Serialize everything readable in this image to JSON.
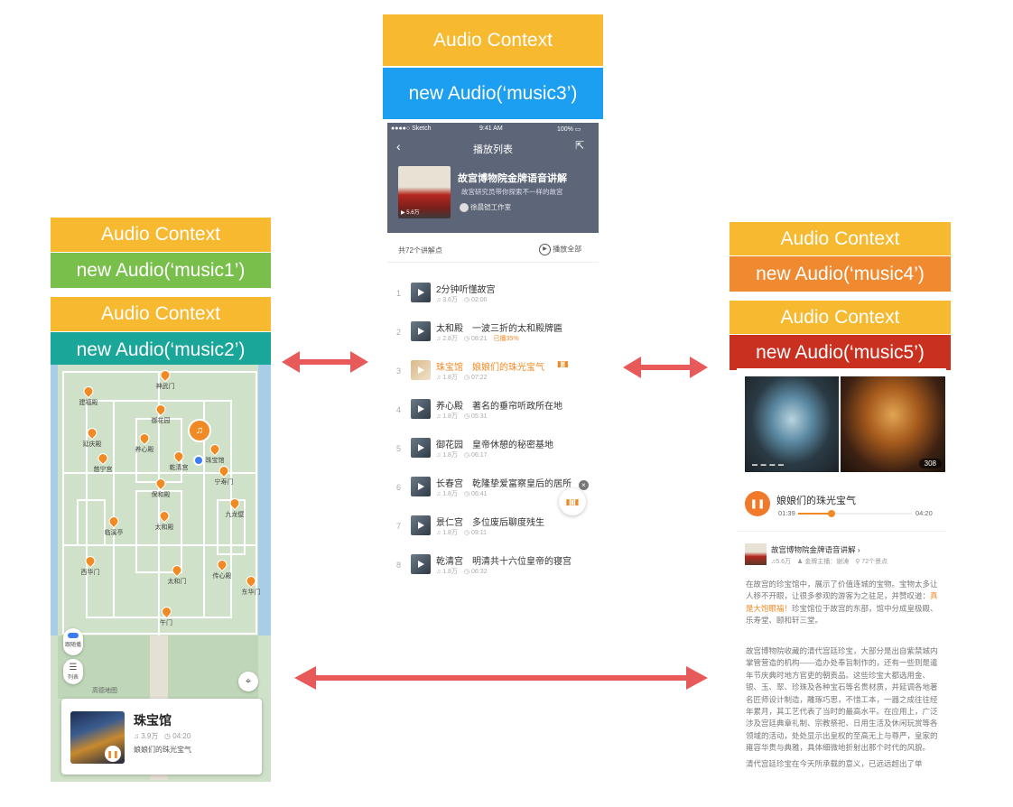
{
  "labels": {
    "audio_context": "Audio Context",
    "music1": "new Audio(‘music1’)",
    "music2": "new Audio(‘music2’)",
    "music3": "new Audio(‘music3’)",
    "music4": "new Audio(‘music4’)",
    "music5": "new Audio(‘music5’)"
  },
  "colors": {
    "context": "#f6b92f",
    "music1": "#78bf4b",
    "music2": "#1aa79a",
    "music3": "#1c9ff0",
    "music4": "#f08a30",
    "music5": "#c9301f",
    "arrow": "#e85a5a",
    "accent": "#f08a24"
  },
  "map": {
    "pois": [
      "神武门",
      "建福殿",
      "御花园",
      "珠宝馆",
      "延庆殿",
      "养心殿",
      "乾清宫",
      "慈宁宫",
      "宁寿门",
      "保和殿",
      "九龙壁",
      "临溪亭",
      "太和殿",
      "西华门",
      "太和门",
      "传心殿",
      "东华门",
      "午门"
    ],
    "controls": {
      "toggle": "跟随播",
      "list": "列表"
    },
    "attribution": "高德地图",
    "card": {
      "title": "珠宝馆",
      "plays": "3.9万",
      "duration": "04:20",
      "subtitle": "娘娘们的珠光宝气"
    }
  },
  "playlist": {
    "status": {
      "carrier": "Sketch",
      "time": "9:41 AM",
      "battery": "100%"
    },
    "nav_title": "播放列表",
    "album": {
      "title": "故宫博物院金牌语音讲解",
      "subtitle": "故宫研究员带你探索不一样的故宫",
      "author": "徐晨铠工作室",
      "cover_count": "5.6万"
    },
    "count_label": "共72个讲解点",
    "play_all": "播放全部",
    "items": [
      {
        "num": "1",
        "title": "2分钟听懂故宫",
        "plays": "3.6万",
        "duration": "02:00",
        "progress": ""
      },
      {
        "num": "2",
        "title": "太和殿　一波三折的太和殿牌匾",
        "plays": "2.8万",
        "duration": "08:21",
        "progress": "已播35%"
      },
      {
        "num": "3",
        "title": "珠宝馆　娘娘们的珠光宝气",
        "plays": "1.8万",
        "duration": "07:22",
        "progress": ""
      },
      {
        "num": "4",
        "title": "养心殿　著名的垂帘听政所在地",
        "plays": "1.8万",
        "duration": "05:31",
        "progress": ""
      },
      {
        "num": "5",
        "title": "御花园　皇帝休憩的秘密基地",
        "plays": "1.8万",
        "duration": "06:17",
        "progress": ""
      },
      {
        "num": "6",
        "title": "长春宫　乾隆挚爱富察皇后的居所",
        "plays": "1.8万",
        "duration": "06:41",
        "progress": ""
      },
      {
        "num": "7",
        "title": "景仁宫　多位废后聊度残生",
        "plays": "1.8万",
        "duration": "09:11",
        "progress": ""
      },
      {
        "num": "8",
        "title": "乾清宫　明清共十六位皇帝的寝宫",
        "plays": "1.8万",
        "duration": "06:32",
        "progress": ""
      }
    ]
  },
  "detail": {
    "photo_count": "308",
    "track_title": "娘娘们的珠光宝气",
    "elapsed": "01:39",
    "total": "04:20",
    "progress": 0.29,
    "album_title": "故宫博物院金牌语音讲解",
    "album_plays": "5.6万",
    "album_host": "金牌主播：谢涛",
    "album_points": "72个景点",
    "para1_a": "在故宫的珍宝馆中，展示了价值连城的宝物。宝物太多让人移不开眼，让很多参观的游客为之驻足，并赞叹道：",
    "para1_hl": "真是大饱眼福！",
    "para1_b": "珍宝馆位于故宫的东部，馆中分成皇极殿、乐寿堂、颐和轩三堂。",
    "para2": "故宫博物院收藏的清代宫廷珍宝，大部分是出自紫禁城内掌管营造的机构——造办处奉旨制作的，还有一些则是遣年节庆典时地方官吏的朝贡品。这些珍宝大都选用金、银、玉、翠、珍珠及各种宝石等名贵材质，并延调各地著名匠师设计制造，雕琢巧思，不惜工本，一器之成往往经年累月，其工艺代表了当时的最高水平。在应用上，广泛涉及宫廷典章礼制、宗教祭祀、日用生活及休闲玩赏等各领域的活动，处处显示出皇权的至高无上与尊严，皇家的雍容华贵与典雅，具体细微地折射出那个时代的风貌。",
    "para3": "清代宫廷珍宝在今天所承载的意义，已远远超出了单"
  }
}
